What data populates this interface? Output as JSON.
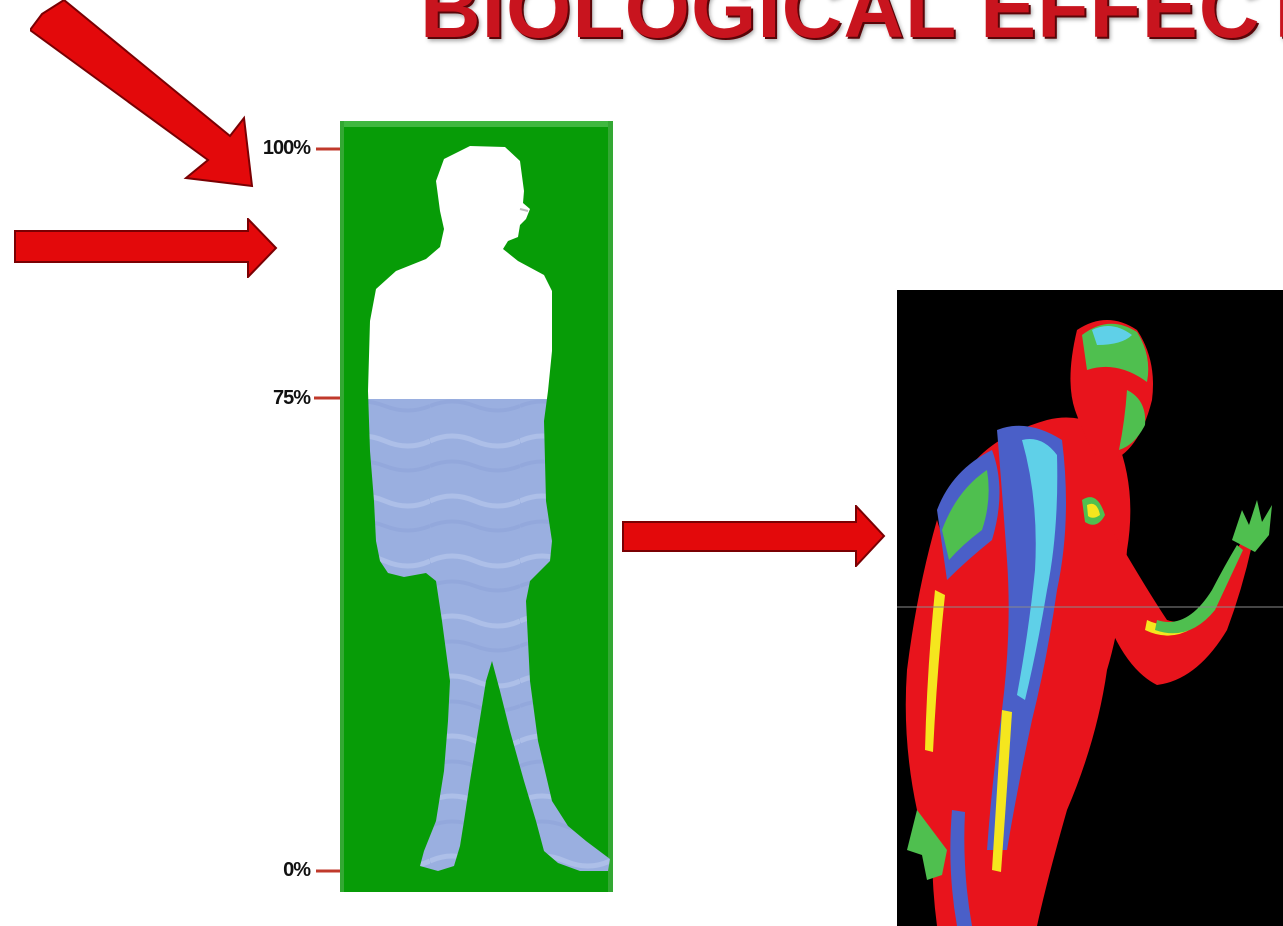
{
  "slide": {
    "title": "BIOLOGICAL EFFECT"
  },
  "water_figure": {
    "labels": [
      "100%",
      "75%",
      "0%"
    ],
    "water_level_percent": 75,
    "colors": {
      "panel_green": "#079c07",
      "silhouette": "#ffffff",
      "water": "#9aafe0",
      "marker_line": "#c0392b"
    }
  },
  "arrows": {
    "color": "#e3090b",
    "icons": [
      "arrow-diagonal-down-right-icon",
      "arrow-right-icon",
      "arrow-right-icon"
    ]
  },
  "thermal_image": {
    "colors": {
      "background": "#000000",
      "hot": "#e8141c",
      "warm": "#f5e61e",
      "mid": "#4fbf4f",
      "cool": "#4a5fc8",
      "cold": "#5fd0e8"
    }
  }
}
